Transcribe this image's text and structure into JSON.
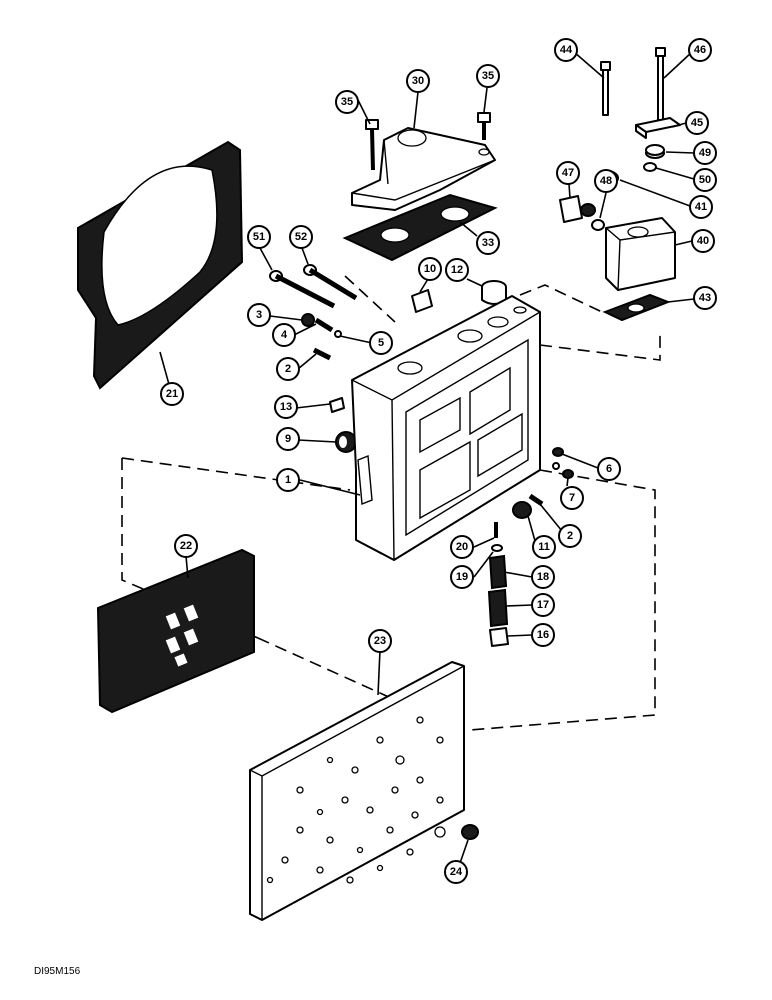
{
  "drawing_id": "DI95M156",
  "callouts": [
    {
      "label": "44"
    },
    {
      "label": "46"
    },
    {
      "label": "30"
    },
    {
      "label": "35"
    },
    {
      "label": "35"
    },
    {
      "label": "45"
    },
    {
      "label": "49"
    },
    {
      "label": "50"
    },
    {
      "label": "47"
    },
    {
      "label": "48"
    },
    {
      "label": "41"
    },
    {
      "label": "40"
    },
    {
      "label": "33"
    },
    {
      "label": "51"
    },
    {
      "label": "52"
    },
    {
      "label": "10"
    },
    {
      "label": "12"
    },
    {
      "label": "43"
    },
    {
      "label": "3"
    },
    {
      "label": "4"
    },
    {
      "label": "5"
    },
    {
      "label": "2"
    },
    {
      "label": "21"
    },
    {
      "label": "13"
    },
    {
      "label": "9"
    },
    {
      "label": "6"
    },
    {
      "label": "7"
    },
    {
      "label": "1"
    },
    {
      "label": "2"
    },
    {
      "label": "11"
    },
    {
      "label": "20"
    },
    {
      "label": "19"
    },
    {
      "label": "18"
    },
    {
      "label": "22"
    },
    {
      "label": "17"
    },
    {
      "label": "16"
    },
    {
      "label": "23"
    },
    {
      "label": "24"
    }
  ]
}
